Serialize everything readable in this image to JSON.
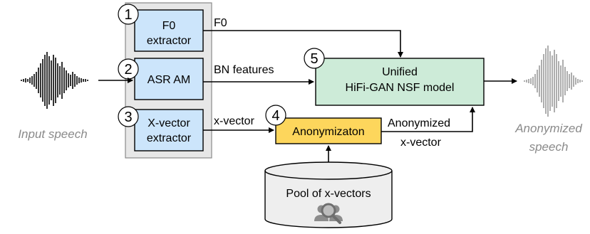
{
  "inputs": {
    "input_speech": "Input speech",
    "output_speech_line1": "Anonymized",
    "output_speech_line2": "speech"
  },
  "modules": {
    "f0": {
      "number": "1",
      "line1": "F0",
      "line2": "extractor"
    },
    "asr": {
      "number": "2",
      "label": "ASR AM"
    },
    "xvec": {
      "number": "3",
      "line1": "X-vector",
      "line2": "extractor"
    },
    "anon": {
      "number": "4",
      "label": "Anonymizaton"
    },
    "hifigan": {
      "number": "5",
      "line1": "Unified",
      "line2": "HiFi-GAN NSF model"
    }
  },
  "edges": {
    "f0_label": "F0",
    "bn_label": "BN features",
    "xvec_label": "x-vector",
    "anon_xvec_line1": "Anonymized",
    "anon_xvec_line2": "x-vector"
  },
  "pool": {
    "label": "Pool of x-vectors",
    "icon": "people-search-icon"
  },
  "colors": {
    "extractor_fill": "#cce5fb",
    "group_fill": "#e7e7e7",
    "anon_fill": "#fdd65c",
    "hifigan_fill": "#cdebd8",
    "pool_fill": "#eeeeee",
    "waveform_input": "#000000",
    "waveform_output": "#999999"
  }
}
